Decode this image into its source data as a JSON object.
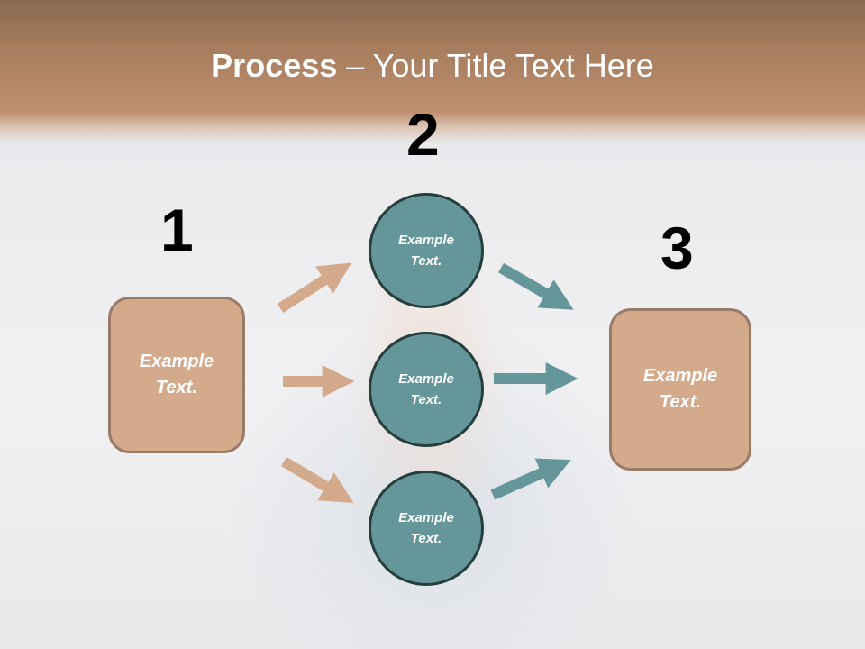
{
  "slide": {
    "title_bold": "Process",
    "title_rest": " – Your Title Text Here",
    "steps": [
      {
        "number": "1",
        "label": "Example Text."
      },
      {
        "number": "2",
        "labels": [
          "Example Text.",
          "Example Text.",
          "Example Text."
        ]
      },
      {
        "number": "3",
        "label": "Example Text."
      }
    ],
    "colors": {
      "header": "#a77e5f",
      "box_fill": "#d4aa8d",
      "box_border": "#9a7b67",
      "circle_fill": "#65979a",
      "circle_border": "#263f3d",
      "arrow_left": "#d4aa8d",
      "arrow_right": "#65979a"
    }
  }
}
